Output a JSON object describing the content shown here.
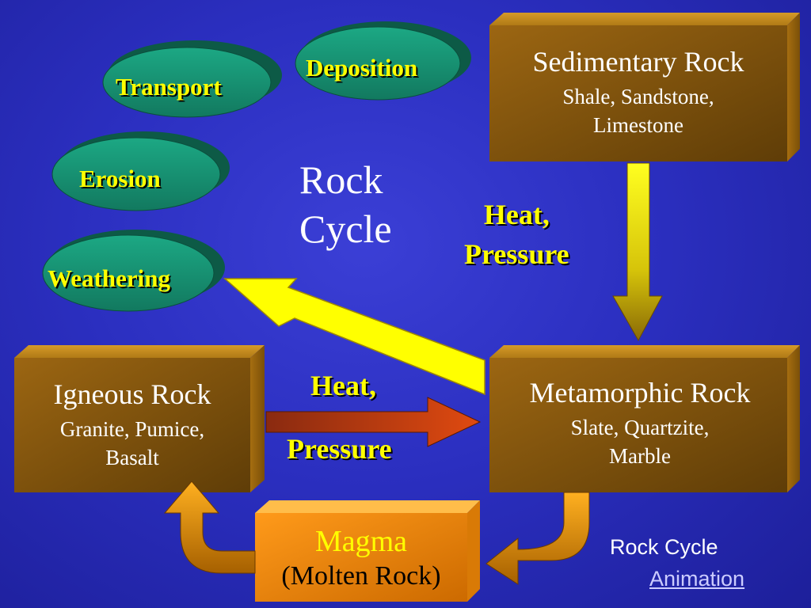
{
  "diagram": {
    "title_line1": "Rock",
    "title_line2": "Cycle",
    "process_ovals": [
      {
        "label": "Transport"
      },
      {
        "label": "Deposition"
      },
      {
        "label": "Erosion"
      },
      {
        "label": "Weathering"
      }
    ],
    "sedimentary": {
      "title": "Sedimentary Rock",
      "examples_line1": "Shale, Sandstone,",
      "examples_line2": "Limestone"
    },
    "metamorphic": {
      "title": "Metamorphic Rock",
      "examples_line1": "Slate, Quartzite,",
      "examples_line2": "Marble"
    },
    "igneous": {
      "title": "Igneous Rock",
      "examples_line1": "Granite, Pumice,",
      "examples_line2": "Basalt"
    },
    "magma": {
      "title": "Magma",
      "subtitle": "(Molten Rock)"
    },
    "heat_pressure_right": {
      "line1": "Heat,",
      "line2": "Pressure"
    },
    "heat_pressure_center": {
      "line1": "Heat,",
      "line2": "Pressure"
    }
  },
  "footer": {
    "text": "Rock Cycle",
    "link": "Animation"
  },
  "colors": {
    "background": "#2b2fc0",
    "oval_fill": "#1a9a78",
    "box_fill": "#8a5a0c",
    "label_yellow": "#ffff00",
    "magma_text": "#ffff00"
  }
}
